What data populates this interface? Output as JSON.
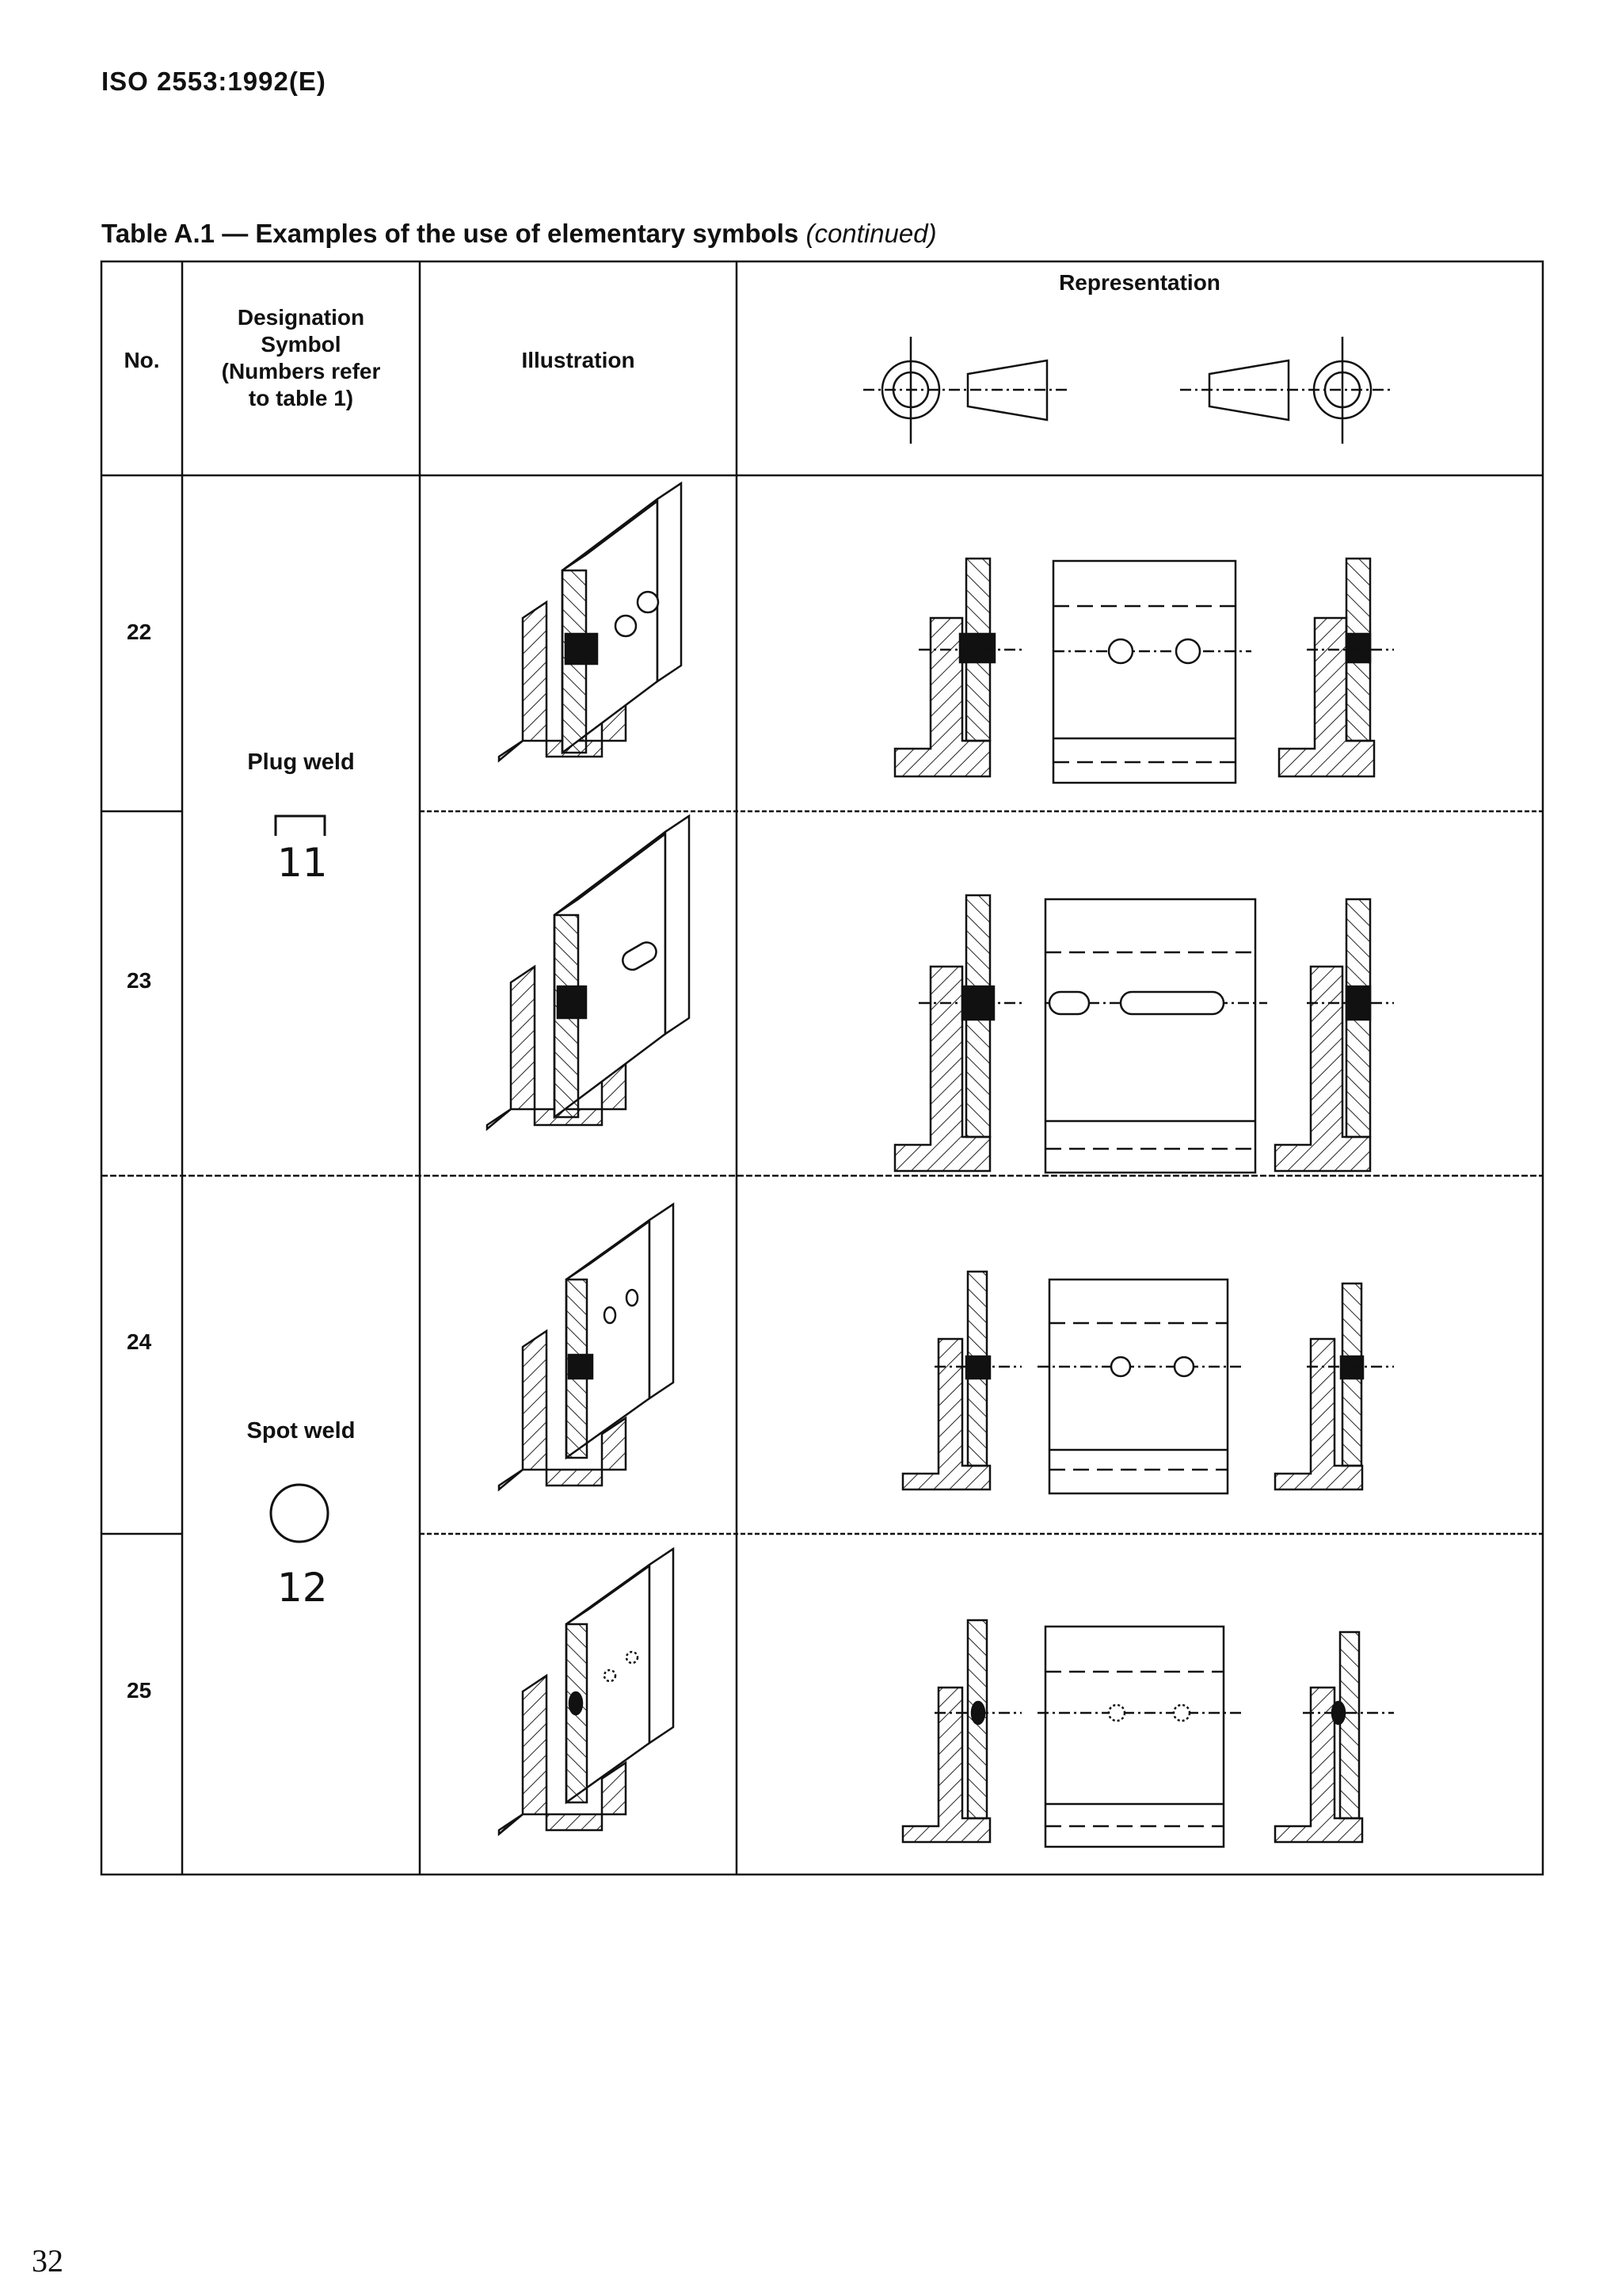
{
  "header": {
    "standard": "ISO 2553:1992(E)"
  },
  "table": {
    "caption_main": "Table A.1 — Examples of the use of elementary symbols",
    "caption_cont": "(continued)",
    "columns": {
      "no": "No.",
      "designation": [
        "Designation",
        "Symbol",
        "(Numbers refer",
        "to table 1)"
      ],
      "illustration": "Illustration",
      "representation": "Representation"
    },
    "rows": [
      {
        "no": "22"
      },
      {
        "no": "23"
      },
      {
        "no": "24"
      },
      {
        "no": "25"
      }
    ],
    "groups": [
      {
        "designation": "Plug weld",
        "symbol_number": "11",
        "symbol_icon": "plug-weld-symbol-icon"
      },
      {
        "designation": "Spot weld",
        "symbol_number": "12",
        "symbol_icon": "spot-weld-symbol-icon"
      }
    ]
  },
  "footer": {
    "page_number": "32"
  }
}
